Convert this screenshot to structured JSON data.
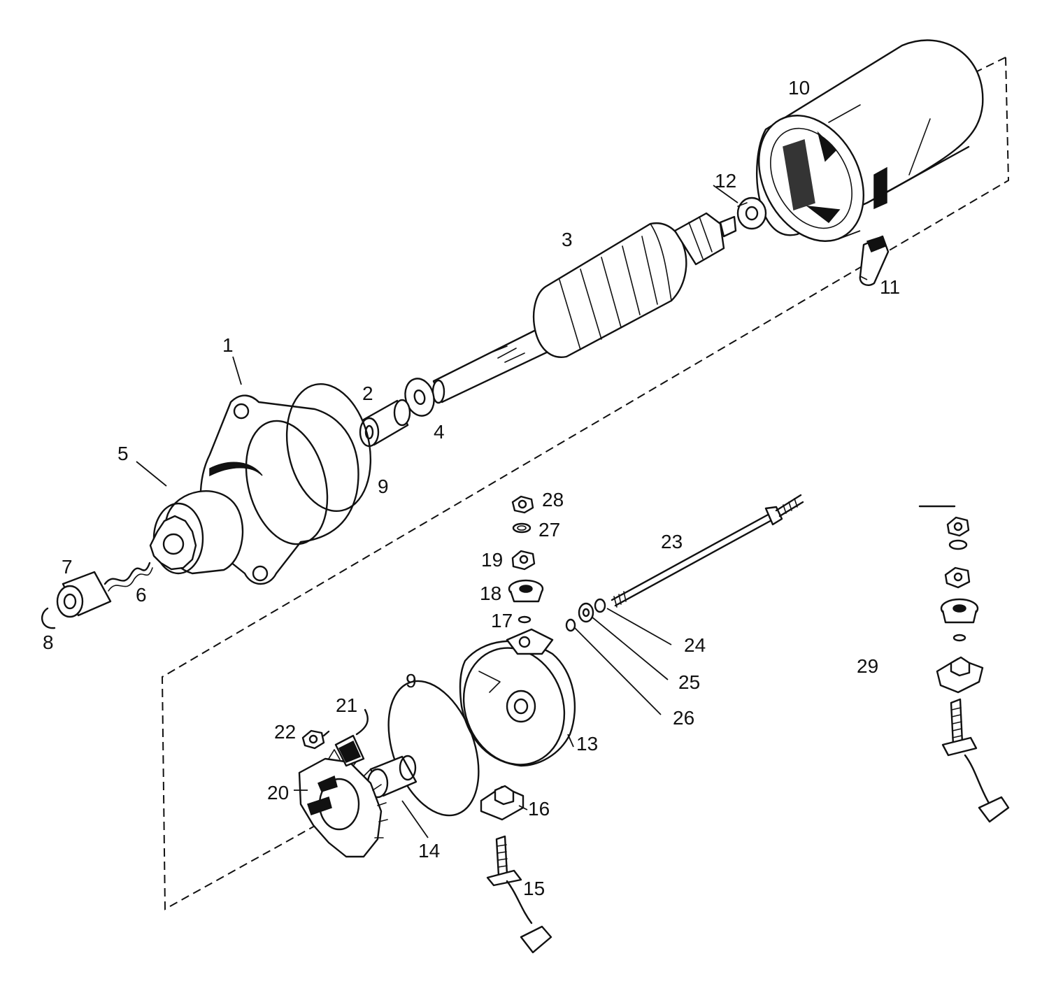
{
  "diagram": {
    "callouts": [
      {
        "id": "1",
        "text": "1"
      },
      {
        "id": "2",
        "text": "2"
      },
      {
        "id": "3",
        "text": "3"
      },
      {
        "id": "4",
        "text": "4"
      },
      {
        "id": "5",
        "text": "5"
      },
      {
        "id": "6",
        "text": "6"
      },
      {
        "id": "7",
        "text": "7"
      },
      {
        "id": "8",
        "text": "8"
      },
      {
        "id": "9a",
        "text": "9"
      },
      {
        "id": "10",
        "text": "10"
      },
      {
        "id": "11",
        "text": "11"
      },
      {
        "id": "12",
        "text": "12"
      },
      {
        "id": "13",
        "text": "13"
      },
      {
        "id": "14",
        "text": "14"
      },
      {
        "id": "15",
        "text": "15"
      },
      {
        "id": "16",
        "text": "16"
      },
      {
        "id": "17",
        "text": "17"
      },
      {
        "id": "18",
        "text": "18"
      },
      {
        "id": "19",
        "text": "19"
      },
      {
        "id": "20",
        "text": "20"
      },
      {
        "id": "21",
        "text": "21"
      },
      {
        "id": "22",
        "text": "22"
      },
      {
        "id": "23",
        "text": "23"
      },
      {
        "id": "24",
        "text": "24"
      },
      {
        "id": "25",
        "text": "25"
      },
      {
        "id": "26",
        "text": "26"
      },
      {
        "id": "27",
        "text": "27"
      },
      {
        "id": "28",
        "text": "28"
      },
      {
        "id": "9b",
        "text": "9"
      },
      {
        "id": "29",
        "text": "29"
      }
    ]
  }
}
